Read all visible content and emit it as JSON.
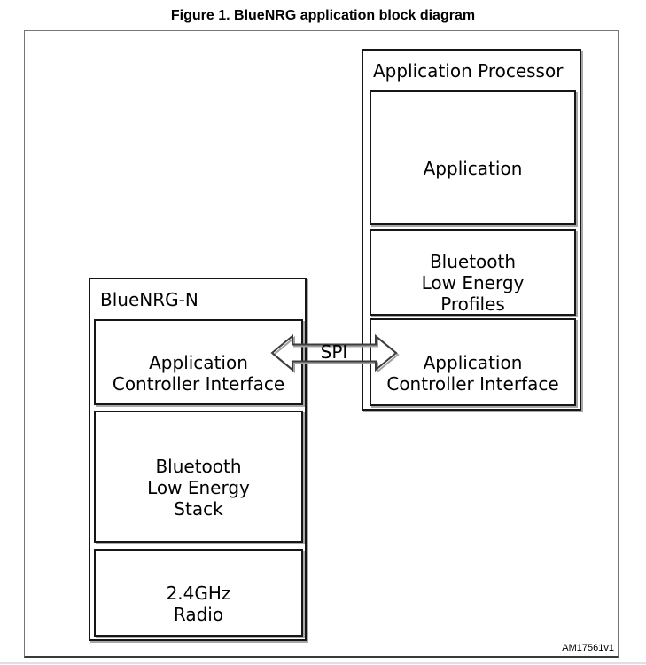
{
  "figure": {
    "title": "Figure 1. BlueNRG application block diagram",
    "watermark": "AM17561v1"
  },
  "diagram": {
    "application_processor": {
      "label": "Application Processor",
      "boxes": [
        {
          "label": "Application"
        },
        {
          "label": "Bluetooth\nLow Energy\nProfiles"
        },
        {
          "label": "Application\nController Interface"
        }
      ]
    },
    "bluenrg": {
      "label": "BlueNRG-N",
      "boxes": [
        {
          "label": "Application\nController Interface"
        },
        {
          "label": "Bluetooth\nLow Energy\nStack"
        },
        {
          "label": "2.4GHz\nRadio"
        }
      ]
    },
    "bus": {
      "label": "SPI"
    }
  },
  "colors": {
    "box_border": "#161616",
    "frame_border": "#757575",
    "frame_bottom": "#3a3a3a",
    "arrow_outline": "#3c3c3c",
    "shadow": "#a0a0a0",
    "footer_rule": "#dcdfe5",
    "text": "#000000",
    "background": "#ffffff"
  }
}
